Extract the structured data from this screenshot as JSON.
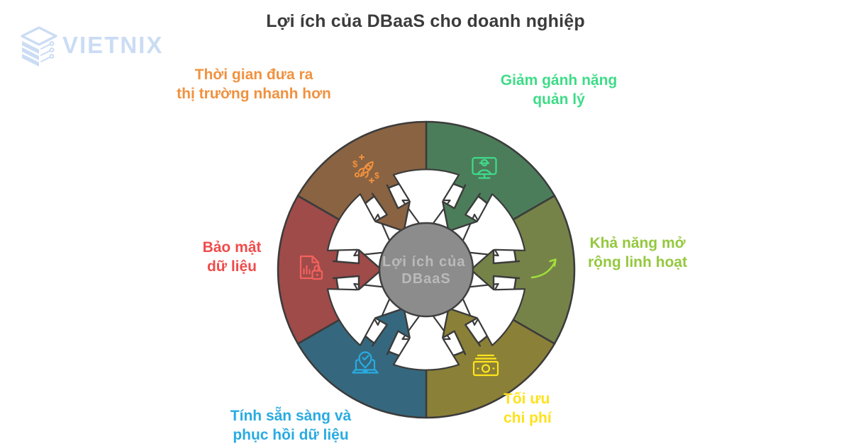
{
  "colors": {
    "outline": "#3b3b3b",
    "background": "#ffffff",
    "white": "#ffffff"
  },
  "title": {
    "text": "Lợi ích của DBaaS cho doanh nghiệp",
    "color": "#3b3b3b"
  },
  "logo": {
    "text": "VIETNIX",
    "color": "#cbdcf4",
    "icon": "layers-stack-icon"
  },
  "center": {
    "line1": "Lợi ích của",
    "line2": "DBaaS",
    "fill": "#8c8c8c",
    "stroke": "#404040",
    "text_color": "#bababa"
  },
  "segments": [
    {
      "id": "time-to-market",
      "position": "top-left",
      "label_line1": "Thời gian đưa ra",
      "label_line2": "thị trường nhanh hơn",
      "label_color": "#f0923f",
      "segment_color": "#8a6342",
      "icon": "rocket-dollar-icon",
      "icon_color": "#f0913d",
      "dollar": "$"
    },
    {
      "id": "reduced-management",
      "position": "top-right",
      "label_line1": "Giảm gánh nặng",
      "label_line2": "quản lý",
      "label_color": "#3edc87",
      "segment_color": "#4c7d5a",
      "icon": "monitor-worker-icon",
      "icon_color": "#3edc8c"
    },
    {
      "id": "scalability",
      "position": "right",
      "label_line1": "Khả năng mở",
      "label_line2": "rộng linh hoạt",
      "label_color": "#94c83e",
      "segment_color": "#758349",
      "icon": "growth-arrow-icon",
      "icon_color": "#a2de3a"
    },
    {
      "id": "cost-optimization",
      "position": "bottom-right",
      "label_line1": "Tối ưu",
      "label_line2": "chi phí",
      "label_color": "#ffe11b",
      "segment_color": "#8b8037",
      "icon": "money-stack-icon",
      "icon_color": "#ffe51a"
    },
    {
      "id": "availability-recovery",
      "position": "bottom-left",
      "label_line1": "Tính sẵn sàng và",
      "label_line2": "phục hồi dữ liệu",
      "label_color": "#29abe2",
      "segment_color": "#35687e",
      "icon": "laptop-location-icon",
      "icon_color": "#29abe2"
    },
    {
      "id": "data-security",
      "position": "left",
      "label_line1": "Bảo mật",
      "label_line2": "dữ liệu",
      "label_color": "#ef4c4c",
      "segment_color": "#9f4b49",
      "icon": "document-lock-icon",
      "icon_color": "#f2625e"
    }
  ]
}
